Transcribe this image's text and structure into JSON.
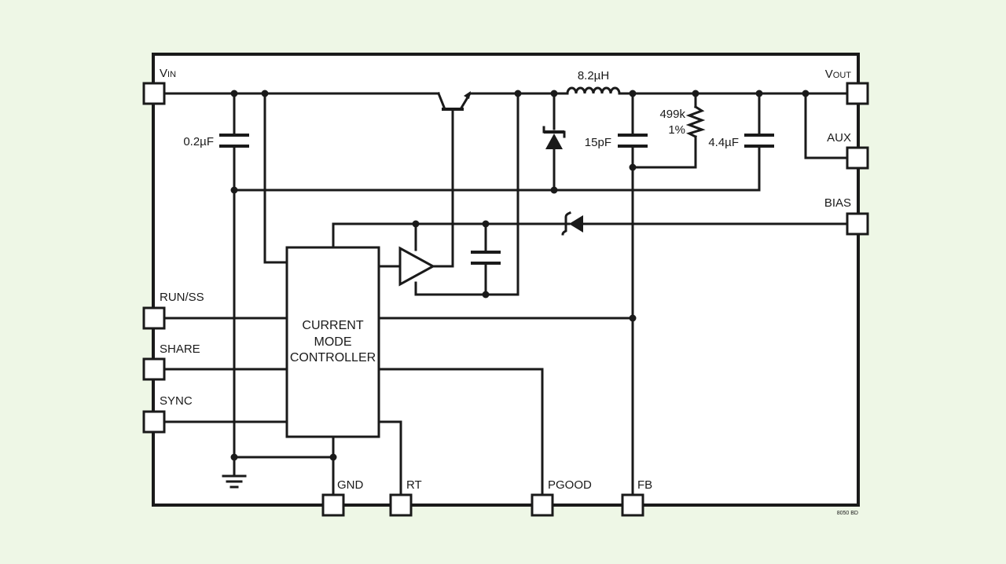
{
  "pins": {
    "vin": "V",
    "vin_sub": "IN",
    "vout": "V",
    "vout_sub": "OUT",
    "aux": "AUX",
    "bias": "BIAS",
    "run_ss": "RUN/SS",
    "share": "SHARE",
    "sync": "SYNC",
    "gnd": "GND",
    "rt": "RT",
    "pgood": "PGOOD",
    "fb": "FB"
  },
  "components": {
    "inductor": "8.2µH",
    "cap_in": "0.2µF",
    "cap_ff": "15pF",
    "resistor_value": "499k",
    "resistor_tol": "1%",
    "cap_out": "4.4µF"
  },
  "controller": {
    "line1": "CURRENT",
    "line2": "MODE",
    "line3": "CONTROLLER"
  },
  "figure_code": "8050 BD",
  "colors": {
    "background": "#eef7e6",
    "ink": "#1a1a1a",
    "box_fill": "#ffffff"
  }
}
